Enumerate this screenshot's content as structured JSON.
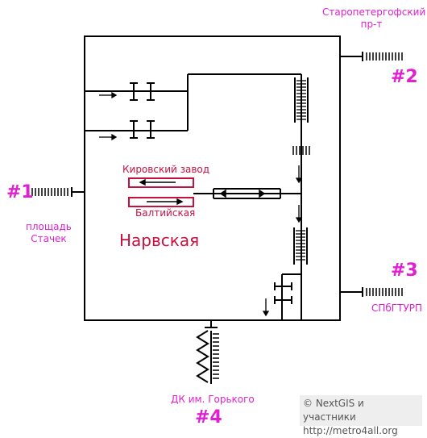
{
  "station": {
    "name": "Нарвская",
    "name_color": "#c8103f"
  },
  "platforms": {
    "upper": "Кировский завод",
    "lower": "Балтийская",
    "color": "#c8103f"
  },
  "exits": [
    {
      "id": "1",
      "number": "#1",
      "label": "площадь\nСтачек"
    },
    {
      "id": "2",
      "number": "#2",
      "label": "Старопетергофский\nпр-т"
    },
    {
      "id": "3",
      "number": "#3",
      "label": "СПбГТУРП"
    },
    {
      "id": "4",
      "number": "#4",
      "label": "ДК им. Горького"
    }
  ],
  "credits": {
    "line1": "© NextGIS и участники",
    "line2": "http://metro4all.org"
  },
  "colors": {
    "exit_label": "#e020d0",
    "lines": "#000000",
    "credits_bg": "#eeeeee"
  }
}
